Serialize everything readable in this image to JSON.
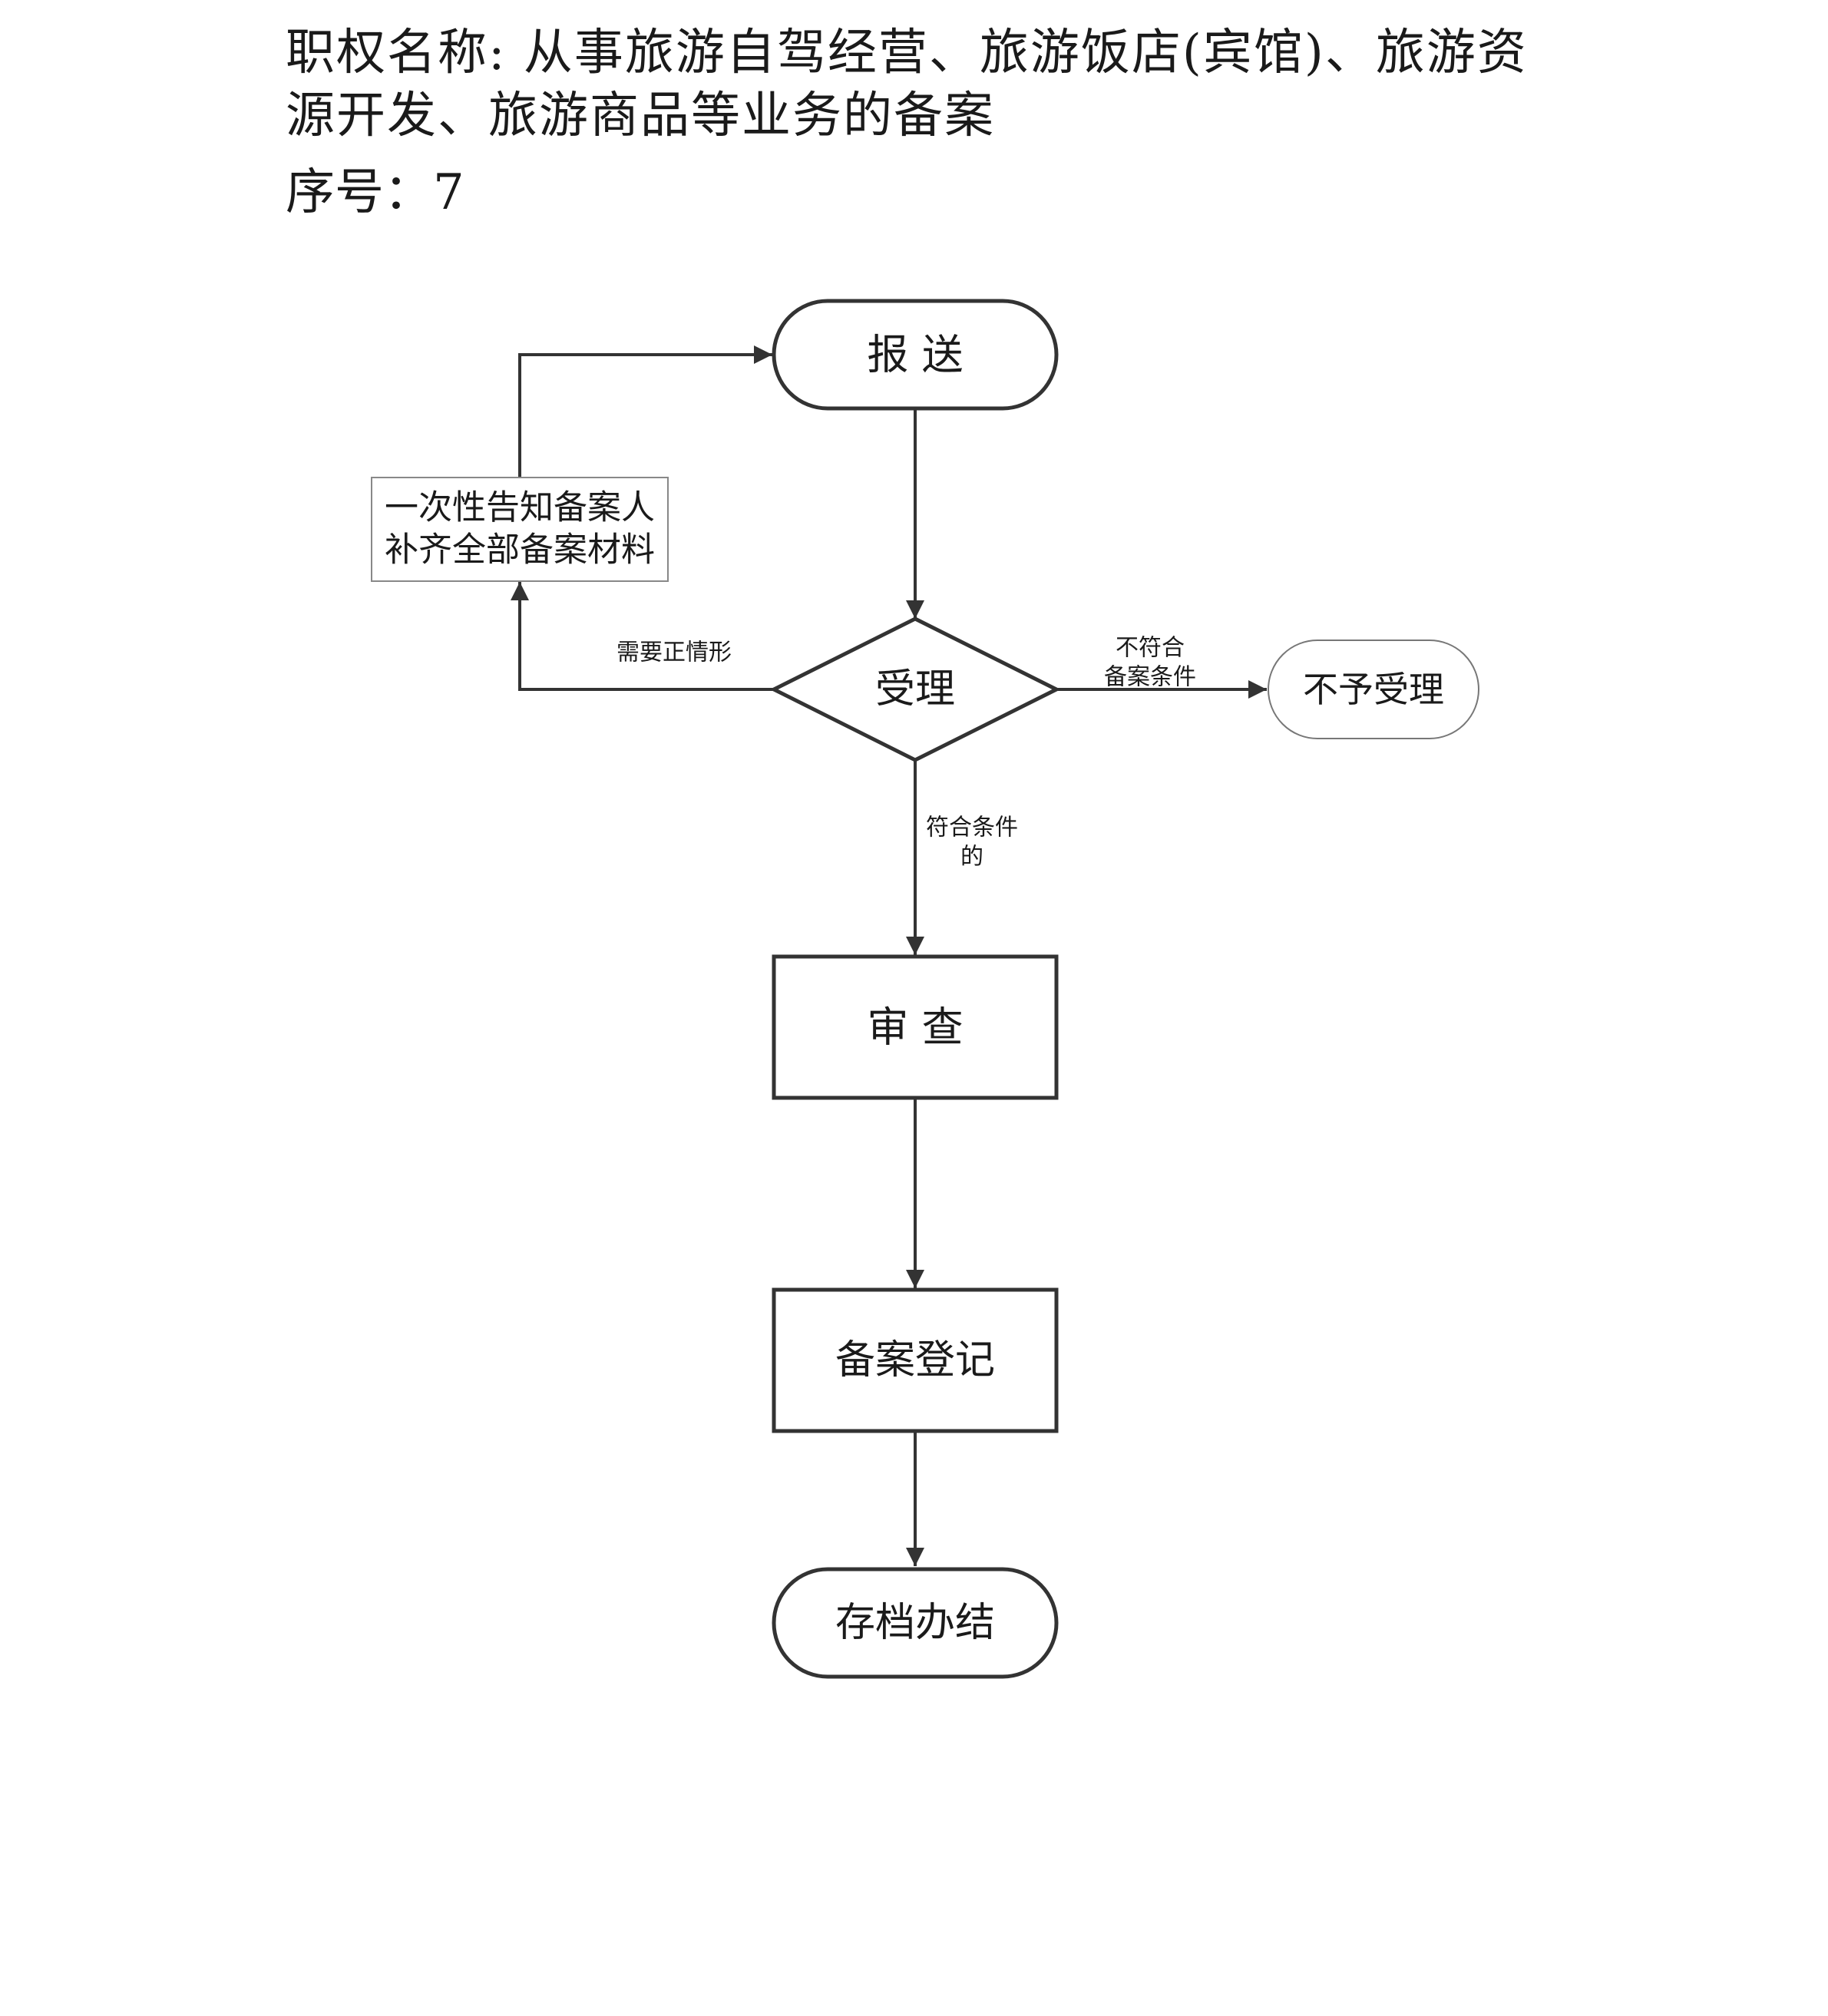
{
  "header": {
    "title": "职权名称: 从事旅游自驾经营、旅游饭店(宾馆)、旅游资源开发、旅游商品等业务的备案",
    "serial_label": "序号：",
    "serial_value": "7"
  },
  "diagram": {
    "stroke_color": "#333333",
    "nodes": {
      "submit": "报 送",
      "accept": "受理",
      "notify_line1": "一次性告知备案人",
      "notify_line2": "补齐全部备案材料",
      "reject": "不予受理",
      "review": "审 查",
      "register": "备案登记",
      "archive": "存档办结"
    },
    "edge_labels": {
      "correction": "需要正情形",
      "not_qualified_line1": "不符合",
      "not_qualified_line2": "备案条件",
      "qualified_line1": "符合条件",
      "qualified_line2": "的"
    }
  }
}
